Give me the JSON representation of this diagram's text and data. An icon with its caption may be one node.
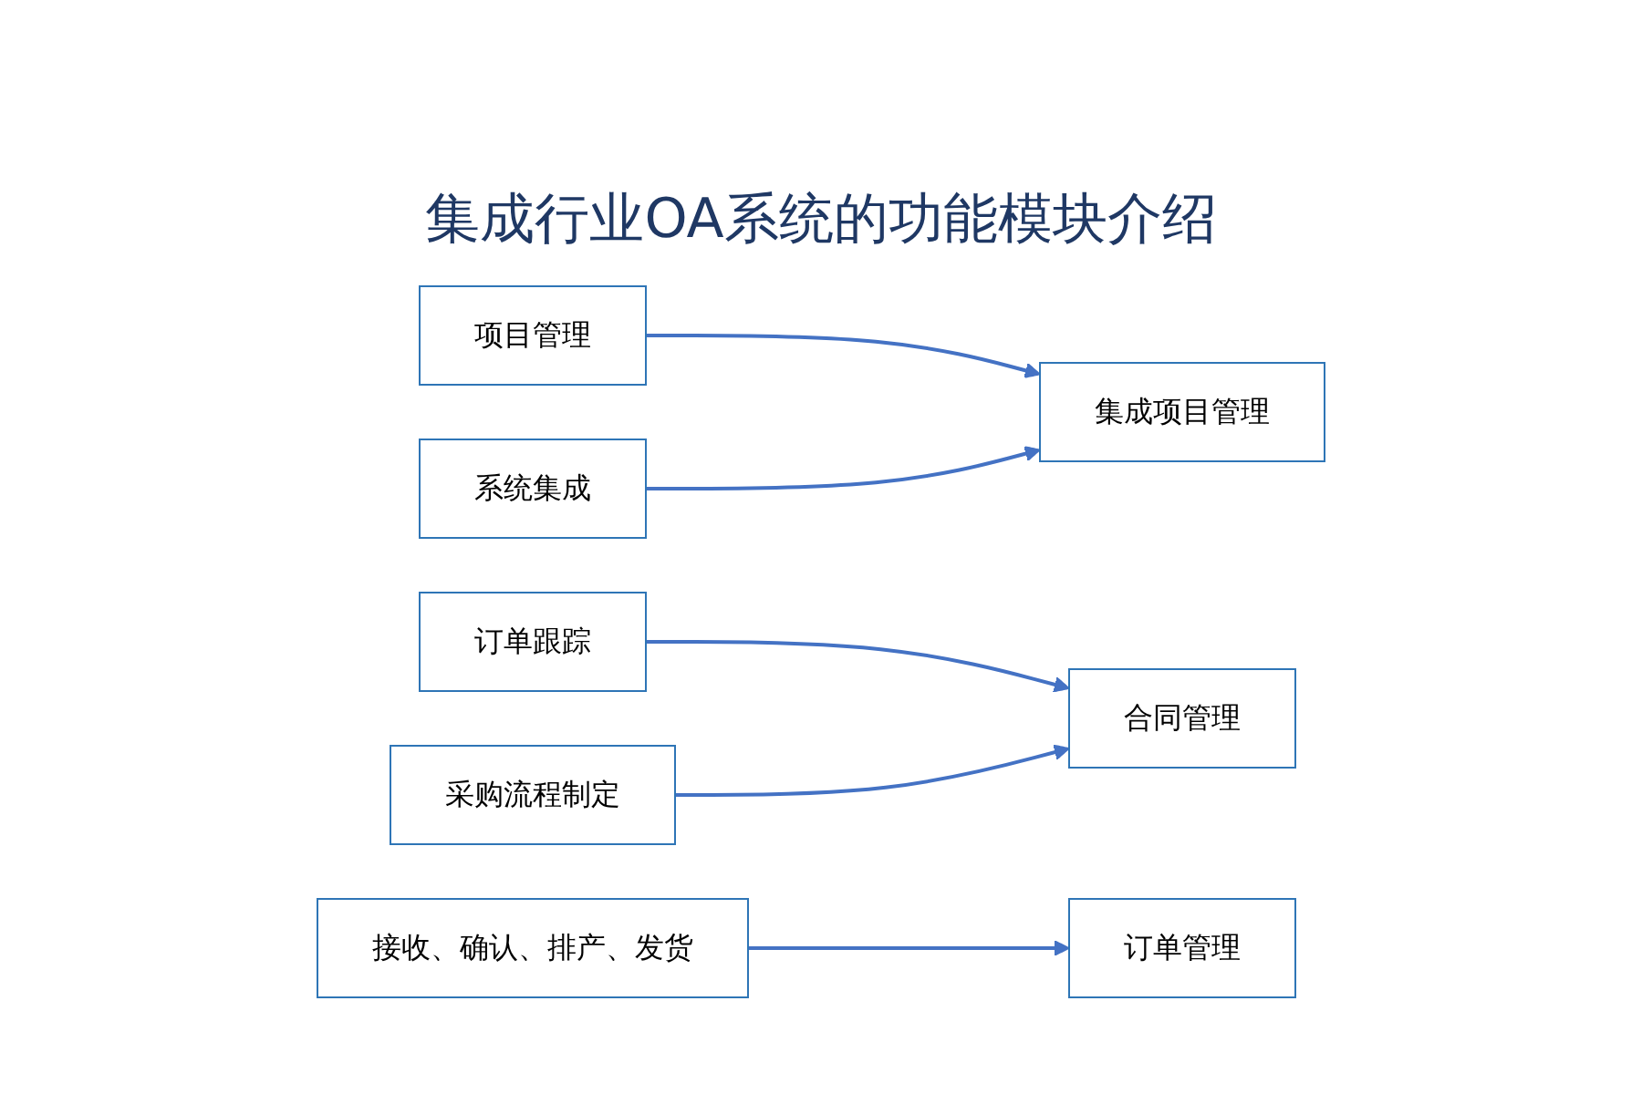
{
  "diagram": {
    "title": "集成行业OA系统的功能模块介绍",
    "nodes": [
      {
        "text": [
          "项目管理"
        ]
      },
      {
        "text": [
          "系统集成"
        ]
      },
      {
        "text": [
          "集成项目管理"
        ]
      },
      {
        "text": [
          "订单跟踪"
        ]
      },
      {
        "text": [
          "采购流程制定"
        ]
      },
      {
        "text": [
          "合同管理"
        ]
      },
      {
        "text": [
          "接收、确认、排产、发货"
        ]
      },
      {
        "text": [
          "订单管理"
        ]
      }
    ],
    "edges": [
      {
        "from": 0,
        "to": 2,
        "arrow": "to"
      },
      {
        "from": 1,
        "to": 2,
        "arrow": "to"
      },
      {
        "from": 3,
        "to": 5,
        "arrow": "to"
      },
      {
        "from": 4,
        "to": 5,
        "arrow": "to"
      },
      {
        "from": 6,
        "to": 7,
        "arrow": "to"
      }
    ]
  }
}
